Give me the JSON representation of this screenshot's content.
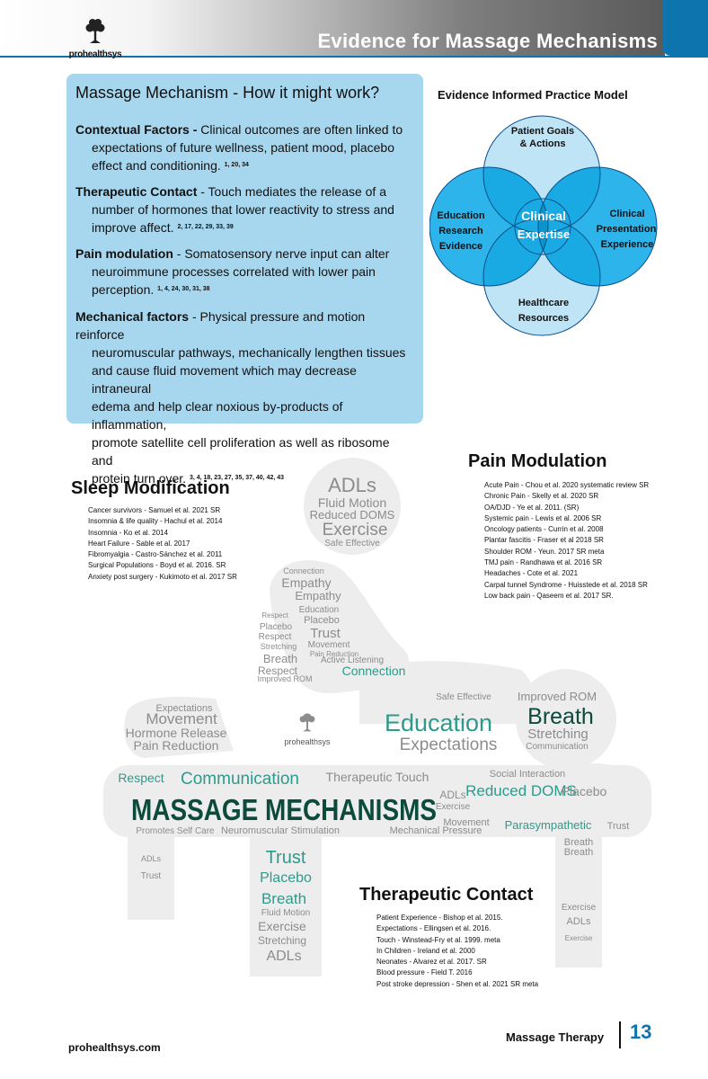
{
  "header": {
    "title": "Evidence for Massage Mechanisms",
    "logo_text": "prohealthsys"
  },
  "info_box": {
    "title": "Massage Mechanism - How it might work?",
    "paragraphs": [
      {
        "lead": "Contextual Factors - ",
        "lines": [
          "Clinical outcomes are often linked to",
          "expectations of future wellness, patient mood, placebo",
          "effect and conditioning."
        ],
        "refs": "1, 20, 34"
      },
      {
        "lead": "Therapeutic Contact",
        "lines": [
          " - Touch mediates the release of a",
          "number of hormones that lower reactivity to stress and",
          "improve affect."
        ],
        "refs": "2, 17, 22, 29, 33, 39"
      },
      {
        "lead": "Pain modulation",
        "lines": [
          " - Somatosensory nerve input can alter",
          "neuroimmune processes correlated with lower pain",
          "perception."
        ],
        "refs": "1, 4, 24, 30, 31, 38"
      },
      {
        "lead": "Mechanical factors",
        "lines": [
          " - Physical pressure and motion reinforce",
          "neuromuscular pathways, mechanically lengthen tissues",
          "and cause fluid movement which may decrease intraneural",
          "edema and help clear noxious by-products of inflammation,",
          "promote satellite cell proliferation as well as ribosome and",
          "protein turn over."
        ],
        "refs": "3, 4, 18, 23, 27, 35, 37, 40, 42, 43"
      }
    ]
  },
  "venn": {
    "title": "Evidence Informed Practice Model",
    "top": [
      "Patient Goals",
      "& Actions"
    ],
    "left": [
      "Education",
      "Research",
      "Evidence"
    ],
    "right": [
      "Clinical",
      "Presentation",
      "Experience"
    ],
    "bottom": [
      "Healthcare",
      "Resources"
    ],
    "center": [
      "Clinical",
      "Expertise"
    ],
    "colors": {
      "light": "#b9e2f5",
      "mid": "#3fb8ea",
      "dark": "#12a6df",
      "darker": "#0b95cf",
      "stroke": "#0a4f8a"
    }
  },
  "sleep": {
    "heading": "Sleep Modification",
    "refs": [
      "Cancer survivors - Samuel et al. 2021 SR",
      "Insomnia & life quality - Hachul et al. 2014",
      "Insomnia - Ko et al. 2014",
      "Heart Failure - Sable et al. 2017",
      "Fibromyalgia - Castro-Sánchez et al. 2011",
      "Surgical Populations - Boyd et al. 2016. SR",
      "Anxiety post surgery - Kukimoto et al. 2017 SR"
    ]
  },
  "pain": {
    "heading": "Pain Modulation",
    "refs": [
      "Acute Pain - Chou et al. 2020 systematic review SR",
      "Chronic Pain - Skelly et al. 2020 SR",
      "OA/DJD - Ye et al. 2011. (SR)",
      "Systemic pain - Lewis et al. 2006 SR",
      "Oncology patients - Currin et al. 2008",
      "Plantar fascitis - Fraser et al 2018 SR",
      "Shoulder ROM - Yeun. 2017 SR meta",
      "TMJ pain - Randhawa et al. 2016 SR",
      "Headaches - Cote et al. 2021",
      "Carpal tunnel Syndrome - Huisstede et al. 2018 SR",
      "Low back pain - Qaseem et al. 2017 SR."
    ]
  },
  "therapeutic": {
    "heading": "Therapeutic Contact",
    "refs": [
      "Patient Experience - Bishop et al. 2015.",
      "Expectations - Ellingsen et al. 2016.",
      "Touch - Winstead-Fry et al. 1999. meta",
      "In Children - Ireland et al. 2000",
      "Neonates - Alvarez et al. 2017. SR",
      "Blood pressure - Field T. 2016",
      "Post stroke depression - Shen et al. 2021 SR meta"
    ]
  },
  "cloud": {
    "main": "MASSAGE MECHANISMS",
    "logo": "prohealthsys",
    "head_words": [
      "ADLs",
      "Fluid Motion",
      "Reduced DOMS",
      "Exercise",
      "Safe Effective"
    ],
    "back_words": [
      "Connection",
      "Empathy",
      "Empathy",
      "Education",
      "Placebo",
      "Respect",
      "Trust",
      "Placebo",
      "Respect",
      "Movement",
      "Stretching",
      "Pain Reduction",
      "Active Listening",
      "Breath",
      "Respect",
      "Connection",
      "Improved ROM"
    ],
    "arm_words": [
      "Expectations",
      "Movement",
      "Hormone Release",
      "Pain Reduction"
    ],
    "table_left": [
      "Respect",
      "Communication",
      "Therapeutic Touch"
    ],
    "center_words": [
      "Education",
      "Expectations",
      "Safe Effective"
    ],
    "hip_words": [
      "Improved ROM",
      "Breath",
      "Stretching",
      "Communication"
    ],
    "right_words": [
      "Reduced DOMS",
      "Placebo",
      "Parasympathetic",
      "Trust",
      "Social Interaction",
      "Movement",
      "ADLs",
      "Exercise"
    ],
    "bottom_row": [
      "Promotes Self Care",
      "Neuromuscular Stimulation",
      "Mechanical Pressure"
    ],
    "leg_words": [
      "Trust",
      "Placebo",
      "Breath",
      "Fluid Motion",
      "Exercise",
      "Stretching",
      "ADLs"
    ],
    "right_leg": [
      "Breath",
      "Breath",
      "Exercise",
      "ADLs",
      "Exercise"
    ],
    "left_leg": [
      "ADLs",
      "Trust"
    ],
    "colors": {
      "dark": "#0c4a3c",
      "teal": "#2e9a8c",
      "grey": "#8c8c8c",
      "shape": "#ececec"
    }
  },
  "footer": {
    "site": "prohealthsys.com",
    "label": "Massage Therapy",
    "page": "13"
  }
}
